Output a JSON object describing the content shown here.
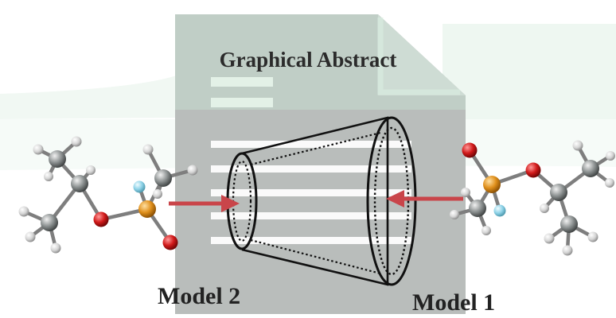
{
  "title": "Graphical Abstract",
  "labels": {
    "model_2": "Model 2",
    "model_1": "Model 1"
  },
  "colors": {
    "watermark_dark": "#b9bdbb",
    "watermark_light": "#d9ece0",
    "watermark_band": "#eaf6ee",
    "arrow": "#c9454a",
    "phosphorus_atom": "#e0901c",
    "oxygen_atom": "#d11a1a",
    "fluorine_atom": "#8fd3e8",
    "carbon_atom": "#8a8f8f",
    "hydrogen_atom": "#dcdcdc"
  },
  "icons": {
    "background": "document-watermark-icon",
    "host": "cyclodextrin-cone-icon"
  }
}
